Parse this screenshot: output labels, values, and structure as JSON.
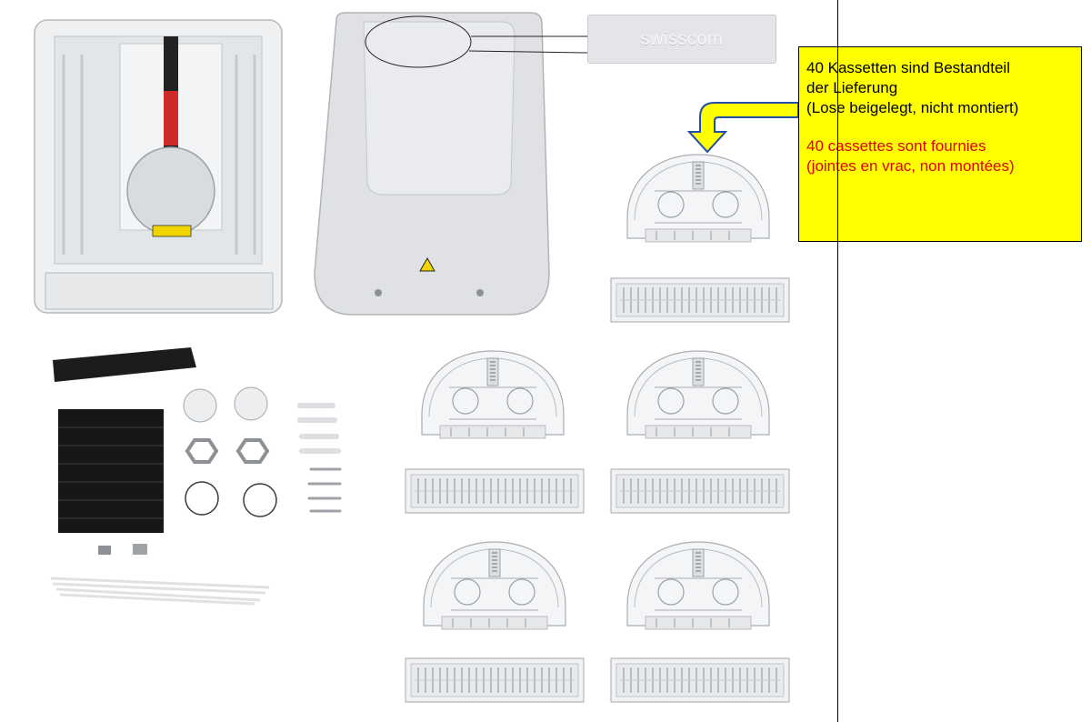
{
  "logo_plate": {
    "brand": "swisscom"
  },
  "note": {
    "de_line1": "40 Kassetten sind Bestandteil",
    "de_line2": "der Lieferung",
    "de_line3": "(Lose beigelegt, nicht montiert)",
    "fr_line1": "40 cassettes sont fournies",
    "fr_line2": "(jointes en vrac, non montées)"
  },
  "colors": {
    "note_bg": "#ffff00",
    "note_text": "#000000",
    "note_text_fr": "#e00000",
    "arrow_fill": "#ffff00",
    "arrow_outline": "#1f4fa8"
  }
}
